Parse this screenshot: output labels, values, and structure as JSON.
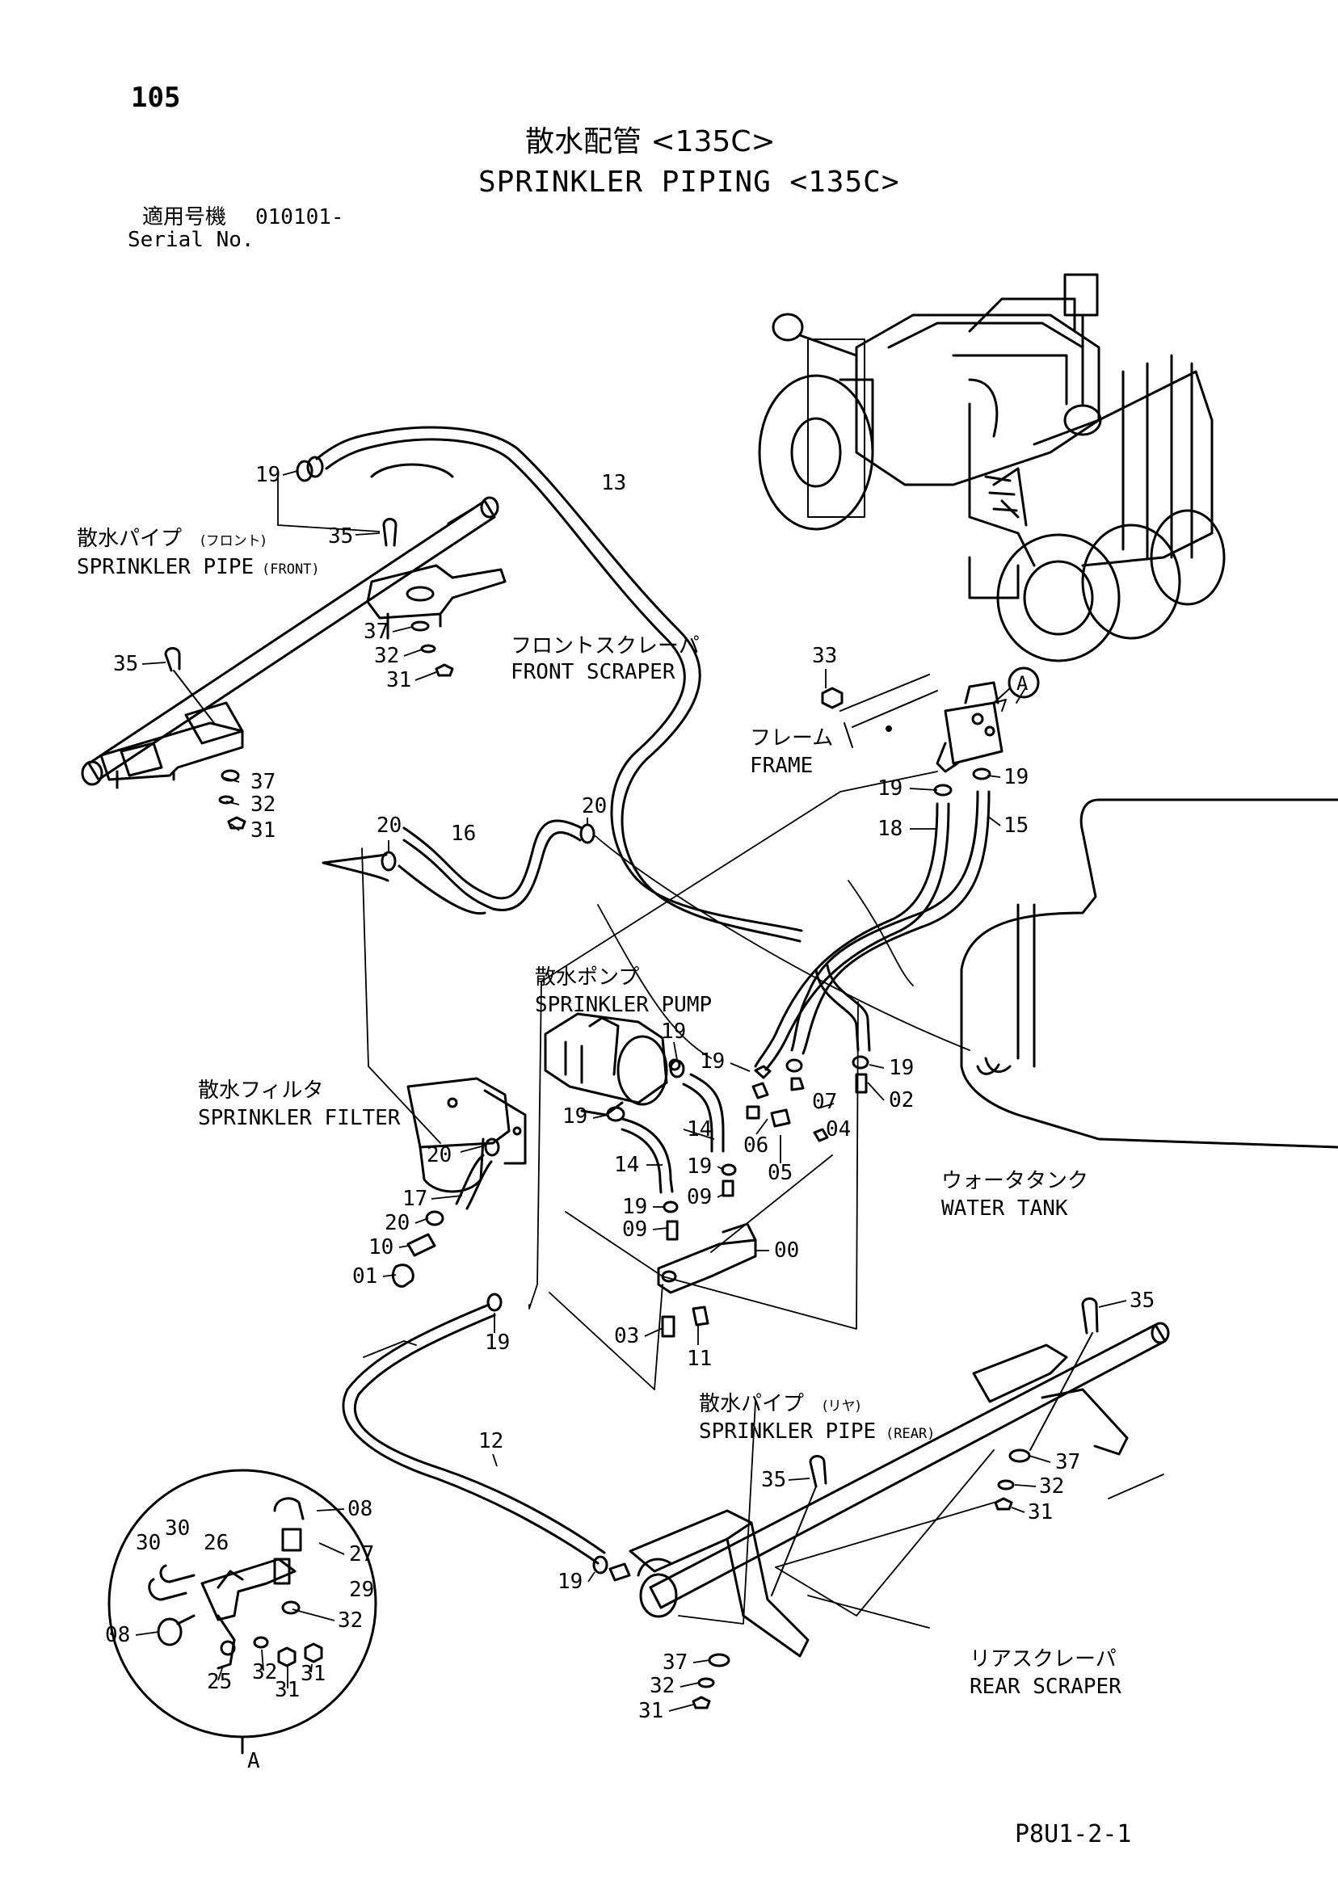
{
  "page": {
    "number": "105",
    "title_jp": "散水配管 <135C>",
    "title_en": "SPRINKLER PIPING <135C>",
    "serial_label_jp": "適用号機",
    "serial_value": "010101-",
    "serial_label_en": "Serial No.",
    "footer_code": "P8U1-2-1"
  },
  "labels": {
    "pipe_front_jp": "散水パイプ",
    "pipe_front_jp_small": "(フロント)",
    "pipe_front_en": "SPRINKLER PIPE",
    "pipe_front_en_small": "(FRONT)",
    "front_scraper_jp": "フロントスクレーパ",
    "front_scraper_en": "FRONT SCRAPER",
    "frame_jp": "フレーム",
    "frame_en": "FRAME",
    "pump_jp": "散水ポンプ",
    "pump_en": "SPRINKLER PUMP",
    "filter_jp": "散水フィルタ",
    "filter_en": "SPRINKLER FILTER",
    "tank_jp": "ウォータタンク",
    "tank_en": "WATER TANK",
    "pipe_rear_jp": "散水パイプ",
    "pipe_rear_jp_small": "(リヤ)",
    "pipe_rear_en": "SPRINKLER PIPE",
    "pipe_rear_en_small": "(REAR)",
    "rear_scraper_jp": "リアスクレーパ",
    "rear_scraper_en": "REAR SCRAPER",
    "detail_ref": "A"
  },
  "callouts": [
    "19",
    "35",
    "13",
    "37",
    "32",
    "31",
    "35",
    "37",
    "32",
    "31",
    "33",
    "19",
    "19",
    "18",
    "15",
    "20",
    "16",
    "20",
    "19",
    "19",
    "19",
    "07",
    "02",
    "06",
    "04",
    "05",
    "19",
    "14",
    "14",
    "19",
    "09",
    "19",
    "09",
    "00",
    "03",
    "11",
    "20",
    "17",
    "20",
    "10",
    "01",
    "19",
    "12",
    "35",
    "37",
    "32",
    "31",
    "35",
    "19",
    "37",
    "32",
    "31",
    "08",
    "30",
    "30",
    "26",
    "27",
    "29",
    "32",
    "08",
    "25",
    "32",
    "31",
    "31"
  ]
}
